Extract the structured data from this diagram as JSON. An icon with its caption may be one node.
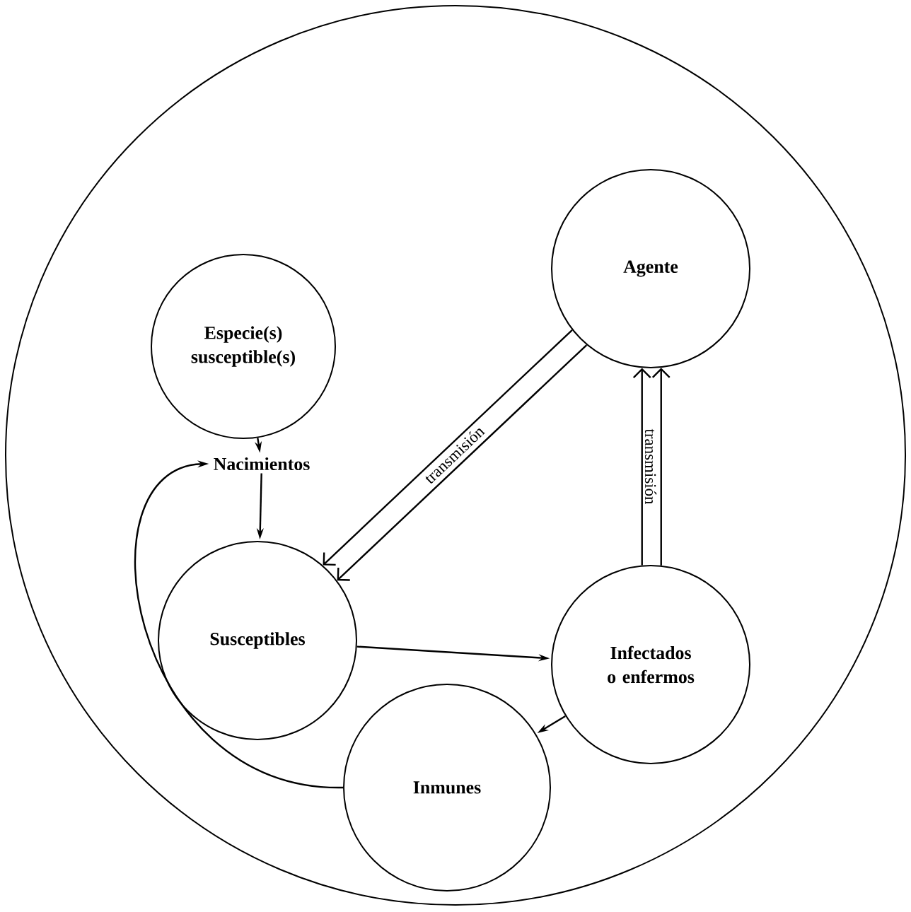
{
  "diagram": {
    "nodes": [
      {
        "text": [],
        "shape": "circle"
      },
      {
        "text": [
          "Especie(s) susceptible(s)"
        ],
        "in": 0
      },
      {
        "text": [
          "Agente"
        ],
        "in": 0
      },
      {
        "text": [
          "Nacimientos"
        ],
        "in": 0
      },
      {
        "text": [
          "Susceptibles"
        ],
        "in": 0
      },
      {
        "text": [
          "Infectados o enfermos"
        ],
        "in": 0
      },
      {
        "text": [
          "Inmunes"
        ],
        "in": 0
      }
    ],
    "edges": [
      {
        "from": 1,
        "to": 3,
        "arrow": "to"
      },
      {
        "from": 3,
        "to": 4,
        "arrow": "to"
      },
      {
        "from": 2,
        "to": 4,
        "arrow": "to",
        "label": "transmisión"
      },
      {
        "from": 5,
        "to": 2,
        "arrow": "to",
        "label": "transmisión"
      },
      {
        "from": 4,
        "to": 5,
        "arrow": "to"
      },
      {
        "from": 5,
        "to": 6,
        "arrow": "to"
      },
      {
        "from": 6,
        "to": 3,
        "arrow": "to"
      }
    ]
  }
}
